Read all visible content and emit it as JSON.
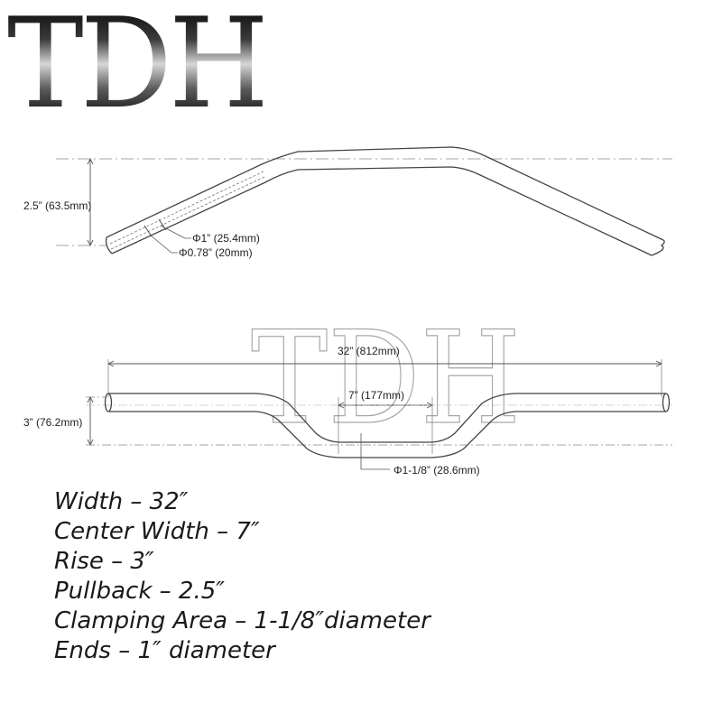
{
  "brand": {
    "logo_text": "TDH",
    "watermark_text": "TDH"
  },
  "side_view": {
    "pullback_label": "2.5” (63.5mm)",
    "end_diameter_label": "Φ1” (25.4mm)",
    "inner_diameter_label": "Φ0.78” (20mm)"
  },
  "front_view": {
    "width_label": "32” (812mm)",
    "center_width_label": "7” (177mm)",
    "rise_label": "3” (76.2mm)",
    "clamp_diameter_label": "Φ1-1/8” (28.6mm)"
  },
  "specs": [
    "Width – 32″",
    "Center Width – 7″",
    "Rise – 3″",
    "Pullback – 2.5″",
    "Clamping Area – 1-1/8″diameter",
    "Ends – 1″ diameter"
  ]
}
